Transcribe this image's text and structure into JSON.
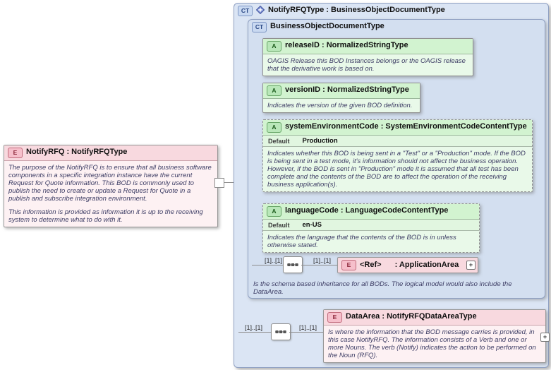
{
  "colors": {
    "element_header": "#f8d9df",
    "element_body": "#fdf1f3",
    "attribute_header": "#d2f3d0",
    "attribute_body": "#e9f9e9",
    "complex_type_fill": "#dbe5f4",
    "doc_text": "#3c3c64"
  },
  "badges": {
    "element": "E",
    "attribute": "A",
    "complex_type": "CT"
  },
  "root_element": {
    "title": "NotifyRFQ : NotifyRFQType",
    "doc_p1": "The purpose of the NotifyRFQ is to ensure that all business software components in a specific integration instance have the current Request for Quote information. This BOD is commonly used to publish the need to create or update a Request for Quote in a publish and subscribe integration environment.",
    "doc_p2": "This information is provided as information it is up to the receiving system to determine what to do with it."
  },
  "type_box": {
    "title": "NotifyRFQType : BusinessObjectDocumentType"
  },
  "base_type": {
    "title": "BusinessObjectDocumentType",
    "doc": "Is the schema based inheritance for all BODs. The logical model would also include the DataArea."
  },
  "attributes": [
    {
      "title": "releaseID : NormalizedStringType",
      "doc": "OAGIS Release this BOD Instances belongs or the OAGIS release that the derivative work is based on."
    },
    {
      "title": "versionID : NormalizedStringType",
      "doc": "Indicates the version of the given BOD definition."
    },
    {
      "title": "systemEnvironmentCode : SystemEnvironmentCodeContentType",
      "default_label": "Default",
      "default_value": "Production",
      "doc": "Indicates whether this BOD is being sent in a \"Test\" or a \"Production\" mode. If the BOD is being sent in a test mode, it's information should not affect the business operation. However, if the BOD is sent in \"Production\" mode it is assumed that all test has been complete and the contents of the BOD are to affect the operation of the receiving business application(s)."
    },
    {
      "title": "languageCode : LanguageCodeContentType",
      "default_label": "Default",
      "default_value": "en-US",
      "doc": "Indicates the language that the contents of the BOD is in unless otherwise stated."
    }
  ],
  "application_area_ref": {
    "cardinality_left": "[1]..[1]",
    "cardinality_right": "[1]..[1]",
    "name": "<Ref>",
    "type": ": ApplicationArea",
    "expand_label": "+"
  },
  "data_area": {
    "cardinality_left": "[1]..[1]",
    "cardinality_right": "[1]..[1]",
    "title": "DataArea : NotifyRFQDataAreaType",
    "doc": "Is where the information that the BOD message carries is provided, in this case NotifyRFQ. The information consists of a Verb and one or more Nouns. The verb (Notify) indicates the action to be performed on the Noun (RFQ).",
    "expand_label": "+"
  }
}
